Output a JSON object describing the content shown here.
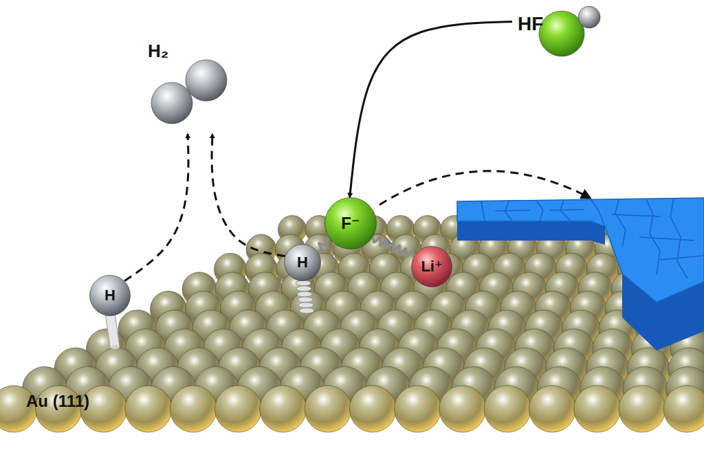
{
  "diagram": {
    "nodes": [
      {
        "text": [
          "H₂"
        ]
      },
      {
        "text": [
          "HF"
        ]
      },
      {
        "text": [
          "F⁻"
        ]
      },
      {
        "text": [
          "H"
        ]
      },
      {
        "text": [
          "Li⁺"
        ]
      },
      {
        "text": [
          "H"
        ]
      }
    ],
    "edges": [
      {
        "from": 1,
        "to": 2,
        "arrow": "to"
      },
      {
        "from": 5,
        "to": 0,
        "arrow": "to"
      },
      {
        "from": 3,
        "to": 0,
        "arrow": "to"
      },
      {
        "from": 3,
        "to": 2,
        "arrow": "none"
      },
      {
        "from": 2,
        "to": 4,
        "arrow": "none"
      }
    ],
    "labels": [
      "Au (111)"
    ]
  }
}
